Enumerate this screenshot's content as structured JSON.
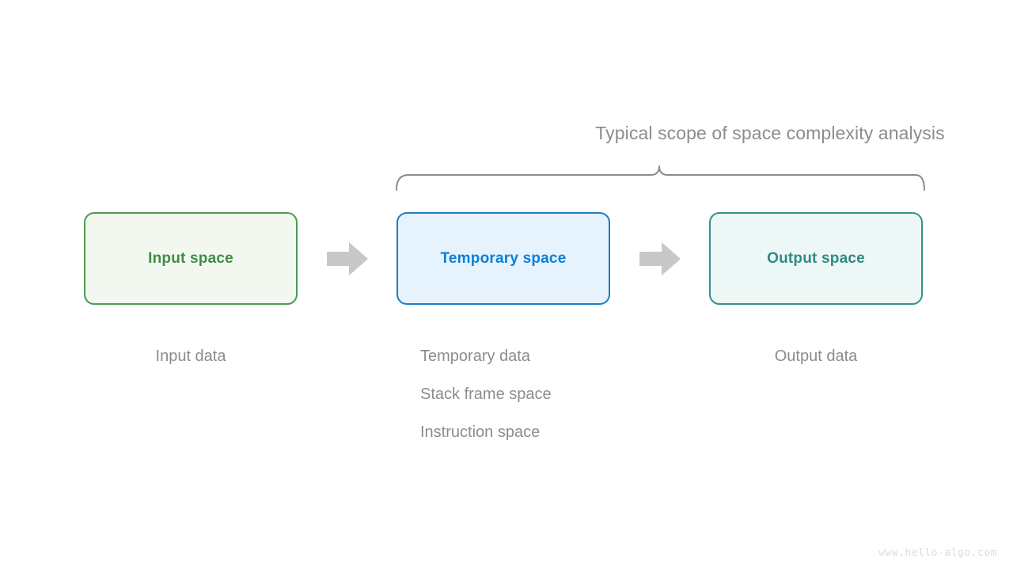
{
  "diagram": {
    "scope_title": "Typical scope of space complexity analysis",
    "background_color": "#ffffff",
    "brace": {
      "name": "curly-brace",
      "color": "#8c8c8c",
      "spans_from": "Temporary space",
      "spans_to": "Output space"
    },
    "boxes": [
      {
        "id": "input",
        "label": "Input space",
        "text_color": "#3e8e41",
        "border_color": "#4e9a51",
        "fill_color": "#f2f8f0"
      },
      {
        "id": "temporary",
        "label": "Temporary space",
        "text_color": "#0d7fd4",
        "border_color": "#1b7fc4",
        "fill_color": "#e6f2fc"
      },
      {
        "id": "output",
        "label": "Output space",
        "text_color": "#2e8b83",
        "border_color": "#36918a",
        "fill_color": "#edf7f5"
      }
    ],
    "arrows": [
      {
        "id": "arrow-input-to-temporary",
        "color": "#c8c8c8",
        "direction": "right"
      },
      {
        "id": "arrow-temporary-to-output",
        "color": "#c8c8c8",
        "direction": "right"
      }
    ],
    "captions": {
      "text_color": "#8c8c8c",
      "input": [
        "Input data"
      ],
      "temporary": [
        "Temporary data",
        "Stack frame space",
        "Instruction space"
      ],
      "output": [
        "Output data"
      ]
    },
    "watermark": "www.hello-algo.com"
  }
}
